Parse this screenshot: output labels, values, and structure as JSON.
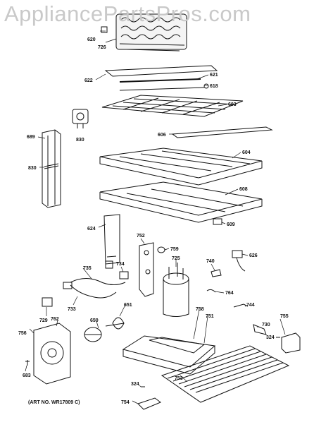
{
  "watermark": "AppliancePartsPros.com",
  "art_number": "(ART NO. WR17809 C)",
  "part_labels": {
    "p620": "620",
    "p726": "726",
    "p622": "622",
    "p621": "621",
    "p618": "618",
    "p603": "603",
    "p830a": "830",
    "p606": "606",
    "p689": "689",
    "p830b": "830",
    "p604": "604",
    "p608": "608",
    "p609": "609",
    "p624": "624",
    "p752": "752",
    "p759": "759",
    "p626": "626",
    "p725": "725",
    "p740": "740",
    "p735": "735",
    "p734": "734",
    "p764": "764",
    "p744": "744",
    "p733": "733",
    "p729": "729",
    "p650": "650",
    "p651": "651",
    "p758": "758",
    "p751": "751",
    "p755": "755",
    "p762": "762",
    "p730": "730",
    "p756": "756",
    "p324a": "324",
    "p683": "683",
    "p753": "753",
    "p324b": "324",
    "p754": "754"
  }
}
